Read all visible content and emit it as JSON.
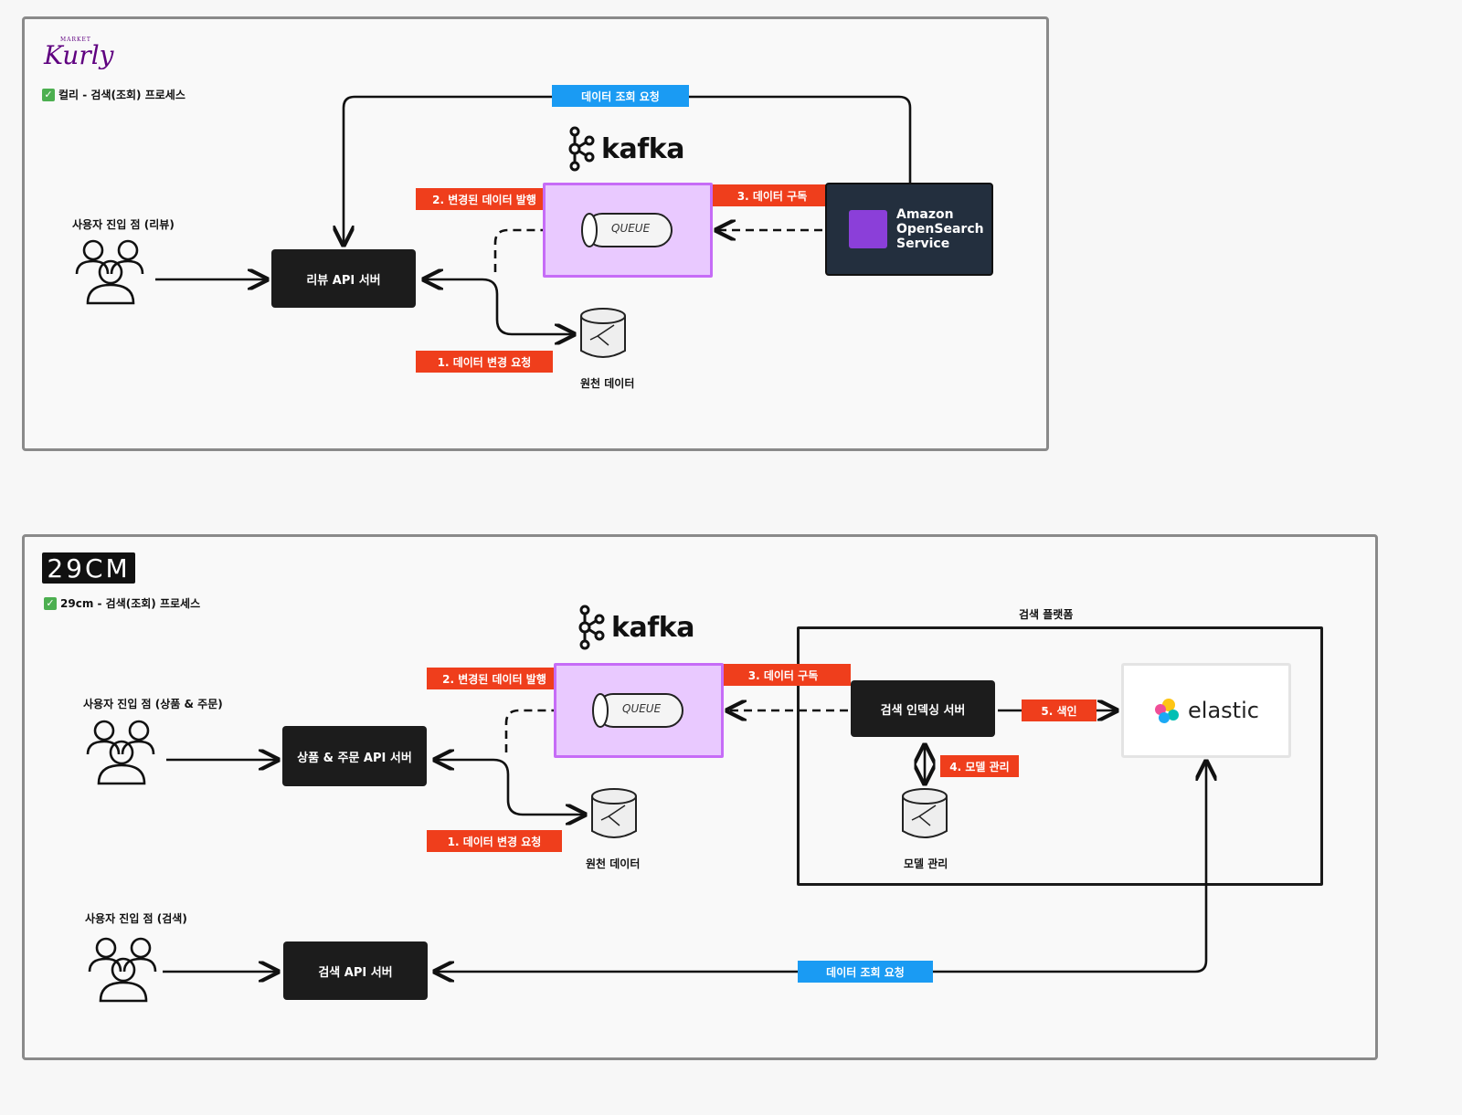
{
  "kurly": {
    "logo_text": "Kurly",
    "logo_small": "MARKET",
    "title": "컬리 - 검색(조회) 프로세스",
    "tag_query": "데이터 조회 요청",
    "kafka": "kafka",
    "tag_publish": "2. 변경된 데이터 발행",
    "tag_subscribe": "3. 데이터 구독",
    "queue": "QUEUE",
    "opensearch": [
      "Amazon",
      "OpenSearch",
      "Service"
    ],
    "user_label": "사용자 진입 점 (리뷰)",
    "api_server": "리뷰 API 서버",
    "tag_change": "1. 데이터 변경 요청",
    "db_label": "원천 데이터"
  },
  "cm29": {
    "logo_text": "29CM",
    "title": "29cm - 검색(조회) 프로세스",
    "kafka": "kafka",
    "platform_label": "검색 플랫폼",
    "tag_publish": "2. 변경된 데이터 발행",
    "tag_subscribe": "3. 데이터 구독",
    "queue": "QUEUE",
    "indexing_server": "검색 인덱싱 서버",
    "tag_index": "5. 색인",
    "elastic": "elastic",
    "user_label_order": "사용자 진입 점 (상품 & 주문)",
    "order_server": "상품 & 주문 API 서버",
    "tag_model": "4. 모델 관리",
    "tag_change": "1. 데이터 변경 요청",
    "db_label": "원천 데이터",
    "model_db_label": "모델 관리",
    "user_label_search": "사용자 진입 점 (검색)",
    "search_server": "검색 API 서버",
    "tag_query": "데이터 조회 요청"
  },
  "colors": {
    "red_tag": "#ef3e1c",
    "blue_tag": "#1a9bf3",
    "queue_fill": "#e9c9ff",
    "queue_border": "#c66cf7",
    "dark_box": "#1c1c1c",
    "opensearch_bg": "#232f3e"
  }
}
